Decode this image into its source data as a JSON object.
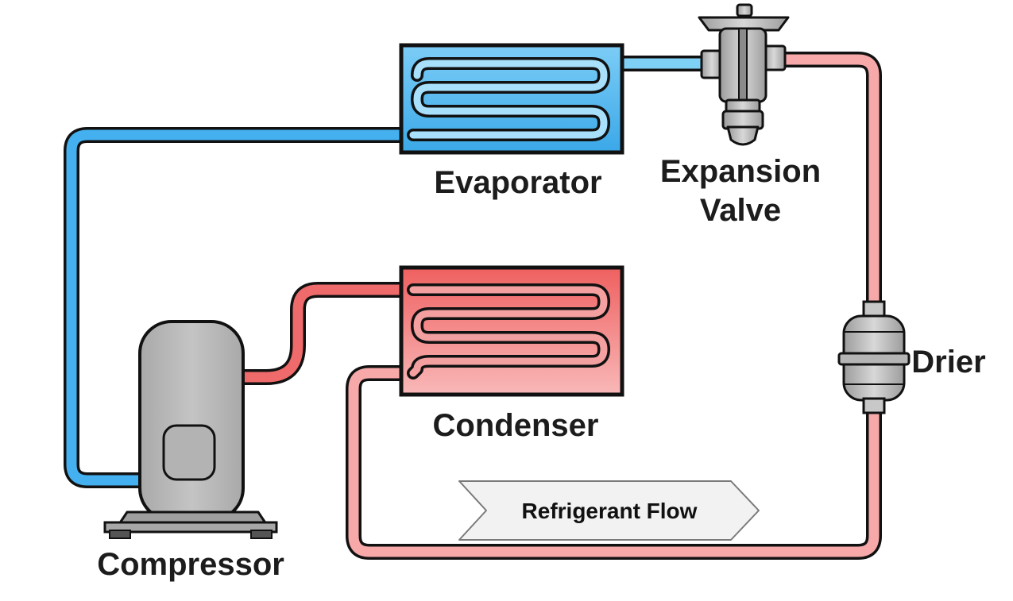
{
  "components": {
    "evaporator": "Evaporator",
    "expansion_valve_line1": "Expansion",
    "expansion_valve_line2": "Valve",
    "condenser": "Condenser",
    "compressor": "Compressor",
    "drier": "Drier"
  },
  "flow": {
    "label": "Refrigerant Flow"
  },
  "colors": {
    "cold_line": "#45b0ef",
    "hot_line": "#ef6a6a",
    "warm_line": "#f7a9a9",
    "compressor_body": "#bdbdbd"
  }
}
